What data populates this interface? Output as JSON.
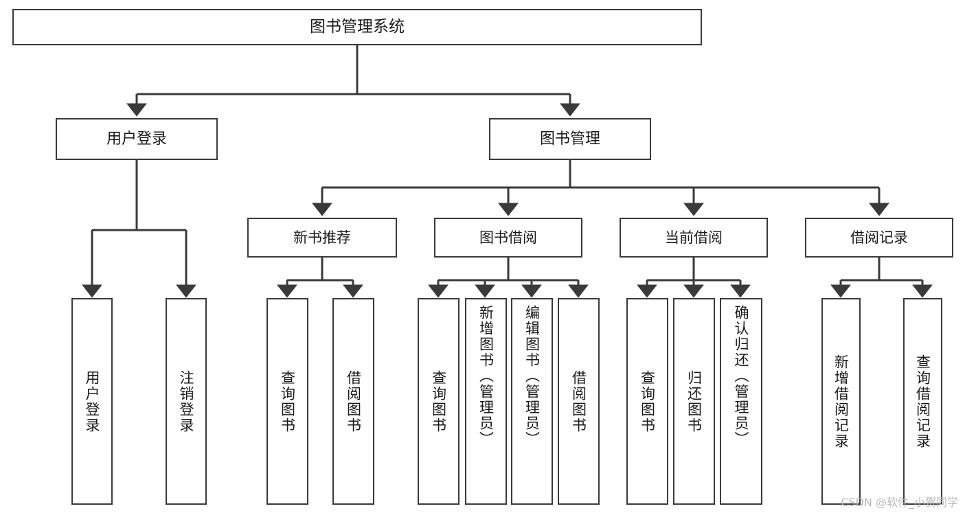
{
  "diagram": {
    "title": "图书管理系统",
    "watermark": "CSDN @软件_小贺同学",
    "line_color": "#3a3a3a",
    "box_border_color": "#3a3a3a",
    "background": "#ffffff",
    "root": {
      "label": "图书管理系统"
    },
    "level2": [
      {
        "label": "用户登录"
      },
      {
        "label": "图书管理"
      }
    ],
    "level3": [
      {
        "label": "新书推荐"
      },
      {
        "label": "图书借阅"
      },
      {
        "label": "当前借阅"
      },
      {
        "label": "借阅记录"
      }
    ],
    "leaves": {
      "user_login": [
        {
          "label": "用户登录"
        },
        {
          "label": "注销登录"
        }
      ],
      "new_book": [
        {
          "label": "查询图书"
        },
        {
          "label": "借阅图书"
        }
      ],
      "book_borrow": [
        {
          "label": "查询图书"
        },
        {
          "label": "新增图书（管理员）"
        },
        {
          "label": "编辑图书（管理员）"
        },
        {
          "label": "借阅图书"
        }
      ],
      "current_borrow": [
        {
          "label": "查询图书"
        },
        {
          "label": "归还图书"
        },
        {
          "label": "确认归还（管理员）"
        }
      ],
      "borrow_record": [
        {
          "label": "新增借阅记录"
        },
        {
          "label": "查询借阅记录"
        }
      ]
    }
  }
}
